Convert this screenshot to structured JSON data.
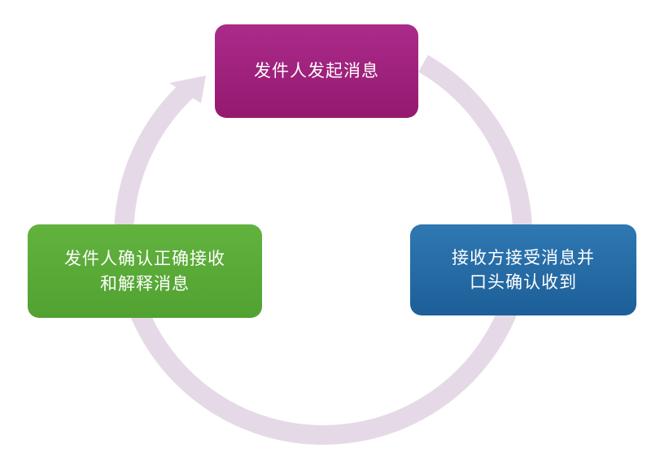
{
  "diagram": {
    "type": "cycle",
    "ring_color": "#e6d9e7",
    "nodes": [
      {
        "id": "top",
        "lines": [
          "发件人发起消息"
        ],
        "color": "#9c1f78"
      },
      {
        "id": "right",
        "lines": [
          "接收方接受消息并",
          "口头确认收到"
        ],
        "color": "#2468a2"
      },
      {
        "id": "left",
        "lines": [
          "发件人确认正确接收",
          "和解释消息"
        ],
        "color": "#58a936"
      }
    ]
  }
}
